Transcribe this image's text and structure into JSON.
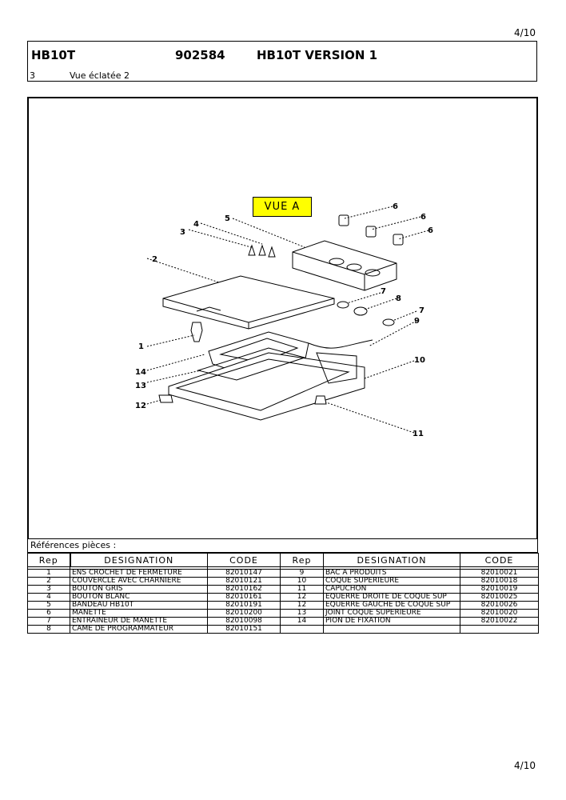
{
  "page_number": "4/10",
  "header": {
    "model": "HB10T",
    "code": "902584",
    "version": "HB10T VERSION 1",
    "section_number": "3",
    "section_title": "Vue éclatée 2"
  },
  "figure": {
    "view_label": "VUE A",
    "callouts": [
      "1",
      "2",
      "3",
      "4",
      "5",
      "6",
      "6",
      "6",
      "7",
      "8",
      "7",
      "9",
      "10",
      "11",
      "12",
      "13",
      "14"
    ]
  },
  "references": {
    "title": "Références pièces  :",
    "columns": [
      "Rep",
      "DESIGNATION",
      "CODE",
      "Rep",
      "DESIGNATION",
      "CODE"
    ],
    "rows": [
      {
        "rep1": "1",
        "des1": "ENS CROCHET DE FERMETURE",
        "code1": "82010147",
        "rep2": "9",
        "des2": "BAC A PRODUITS",
        "code2": "82010021"
      },
      {
        "rep1": "2",
        "des1": "COUVERCLE AVEC CHARNIERE",
        "code1": "82010121",
        "rep2": "10",
        "des2": "COQUE SUPERIEURE",
        "code2": "82010018"
      },
      {
        "rep1": "3",
        "des1": "BOUTON GRIS",
        "code1": "82010162",
        "rep2": "11",
        "des2": "CAPUCHON",
        "code2": "82010019"
      },
      {
        "rep1": "4",
        "des1": "BOUTON BLANC",
        "code1": "82010161",
        "rep2": "12",
        "des2": "EQUERRE DROITE DE COQUE SUP",
        "code2": "82010025"
      },
      {
        "rep1": "5",
        "des1": "BANDEAU HB10T",
        "code1": "82010191",
        "rep2": "12",
        "des2": "EQUERRE GAUCHE DE COQUE SUP",
        "code2": "82010026"
      },
      {
        "rep1": "6",
        "des1": "MANETTE",
        "code1": "82010200",
        "rep2": "13",
        "des2": "JOINT COQUE SUPERIEURE",
        "code2": "82010020"
      },
      {
        "rep1": "7",
        "des1": "ENTRAINEUR DE MANETTE",
        "code1": "82010098",
        "rep2": "14",
        "des2": "PION DE FIXATION",
        "code2": "82010022"
      },
      {
        "rep1": "8",
        "des1": "CAME DE PROGRAMMATEUR",
        "code1": "82010151",
        "rep2": "",
        "des2": "",
        "code2": ""
      }
    ]
  }
}
